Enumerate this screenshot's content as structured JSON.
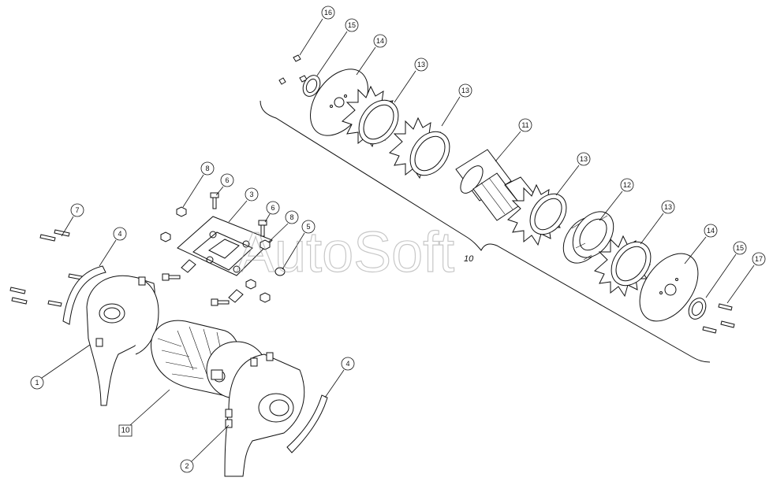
{
  "watermark": "AutoSoft",
  "callouts": [
    {
      "id": "c16",
      "label": "16"
    },
    {
      "id": "c15a",
      "label": "15"
    },
    {
      "id": "c14a",
      "label": "14"
    },
    {
      "id": "c13a",
      "label": "13"
    },
    {
      "id": "c13b",
      "label": "13"
    },
    {
      "id": "c11",
      "label": "11"
    },
    {
      "id": "c13c",
      "label": "13"
    },
    {
      "id": "c12",
      "label": "12"
    },
    {
      "id": "c13d",
      "label": "13"
    },
    {
      "id": "c14b",
      "label": "14"
    },
    {
      "id": "c15b",
      "label": "15"
    },
    {
      "id": "c17",
      "label": "17"
    },
    {
      "id": "c8a",
      "label": "8"
    },
    {
      "id": "c6a",
      "label": "6"
    },
    {
      "id": "c3",
      "label": "3"
    },
    {
      "id": "c6b",
      "label": "6"
    },
    {
      "id": "c8b",
      "label": "8"
    },
    {
      "id": "c5",
      "label": "5"
    },
    {
      "id": "c7",
      "label": "7"
    },
    {
      "id": "c4a",
      "label": "4"
    },
    {
      "id": "c1",
      "label": "1"
    },
    {
      "id": "c4b",
      "label": "4"
    },
    {
      "id": "c2",
      "label": "2"
    }
  ],
  "boxed_callout": "10",
  "bracket_label": "10"
}
